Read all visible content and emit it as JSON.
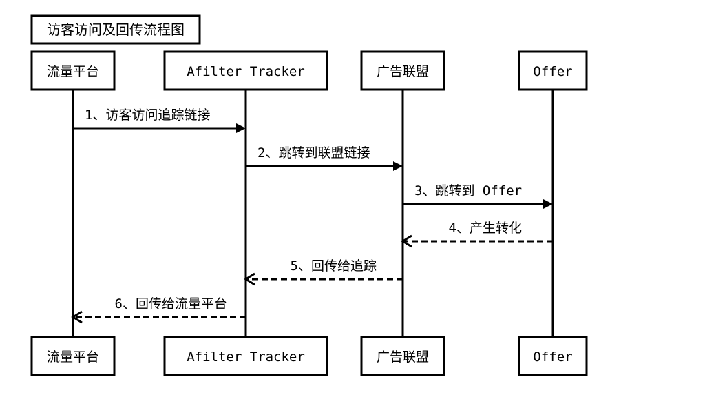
{
  "title": "访客访问及回传流程图",
  "participants": [
    {
      "id": "traffic",
      "label": "流量平台"
    },
    {
      "id": "tracker",
      "label": "Afilter Tracker"
    },
    {
      "id": "network",
      "label": "广告联盟"
    },
    {
      "id": "offer",
      "label": "Offer"
    }
  ],
  "messages": [
    {
      "label": "1、访客访问追踪链接",
      "from": "traffic",
      "to": "tracker",
      "style": "solid"
    },
    {
      "label": "2、跳转到联盟链接",
      "from": "tracker",
      "to": "network",
      "style": "solid"
    },
    {
      "label": "3、跳转到 Offer",
      "from": "network",
      "to": "offer",
      "style": "solid"
    },
    {
      "label": "4、产生转化",
      "from": "offer",
      "to": "network",
      "style": "dashed"
    },
    {
      "label": "5、回传给追踪",
      "from": "network",
      "to": "tracker",
      "style": "dashed"
    },
    {
      "label": "6、回传给流量平台",
      "from": "tracker",
      "to": "traffic",
      "style": "dashed"
    }
  ]
}
